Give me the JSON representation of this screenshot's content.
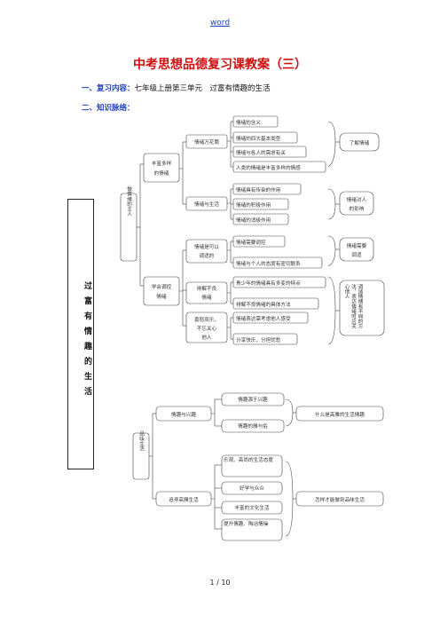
{
  "header": {
    "link": "word"
  },
  "title": "中考思想品德复习课教案（三）",
  "review": {
    "prefix": "一、复习内容：",
    "text": "七年级上册第三单元　过富有情趣的生活"
  },
  "knowledge": {
    "label": "二、知识脉络："
  },
  "main_topic": "过富有情趣的生活",
  "section1": {
    "root": "做情绪的主人",
    "branch_a": {
      "label": [
        "丰富多样",
        "的情绪"
      ],
      "sub1": {
        "label": "情绪万花筒",
        "items": [
          "情绪的含义",
          "情绪的四大基本类型",
          "情绪与各人的需求有关",
          "人类的情绪是丰富多样的情感"
        ]
      },
      "sub2": {
        "label": "情绪与生活",
        "items": [
          "情绪具有传染的作用",
          "情绪的积极作用",
          "情绪的消极作用"
        ]
      }
    },
    "branch_b": {
      "label": [
        "学会调控",
        "情绪"
      ],
      "sub1": {
        "label": [
          "情绪是可以",
          "调适的"
        ],
        "items": [
          "情绪需要调控",
          "情绪与个人的态度有密切联系"
        ]
      },
      "sub2": {
        "label": [
          "排解不良",
          "情绪"
        ],
        "items": [
          "青少年的情绪具有多变的特点",
          "排解不良情绪的具体方法"
        ]
      },
      "sub3": {
        "label": [
          "喜怒哀乐，",
          "不忘关心",
          "他人"
        ],
        "items": [
          "情绪表达需考虑他人感受",
          "分享快乐，分担忧愁"
        ]
      }
    },
    "results": {
      "r1": "了解情绪",
      "r2": [
        "情绪对人",
        "的影响"
      ],
      "r3": [
        "情绪需要",
        "调适"
      ],
      "r4": [
        "调适情绪有不同的方法，表达情绪时应关心他人"
      ]
    }
  },
  "section2": {
    "root": "品味生活",
    "branch_a": {
      "label": "情趣与兴趣",
      "items": [
        "情趣源于兴趣",
        "情趣的雅与俗"
      ],
      "result": "什么是高雅的生活情趣"
    },
    "branch_b": {
      "label": "追寻高雅生活",
      "items": [
        "乐观、高尚的生活态度",
        "好学与众众",
        "丰富的文化生活",
        "提升情趣、陶冶情操"
      ],
      "result": "怎样才能做到品味生活"
    }
  },
  "footer": {
    "page": "1 / 10"
  }
}
